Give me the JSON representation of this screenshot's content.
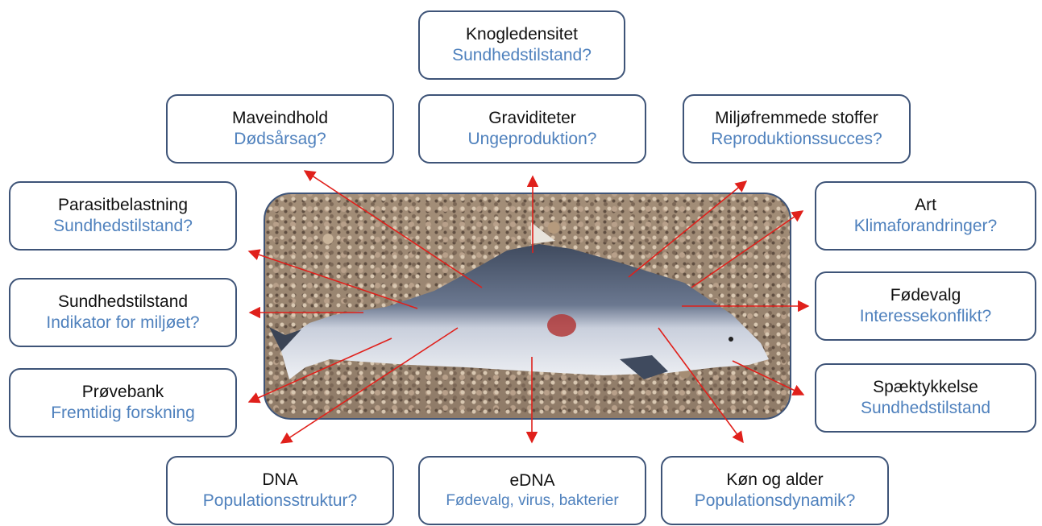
{
  "center_photo": {
    "subject": "stranded harbour porpoise on pebble beach"
  },
  "boxes": [
    {
      "title": "Knogledensitet",
      "subtitle": "Sundhedstilstand?"
    },
    {
      "title": "Maveindhold",
      "subtitle": "Dødsårsag?"
    },
    {
      "title": "Graviditeter",
      "subtitle": "Ungeproduktion?"
    },
    {
      "title": "Miljøfremmede stoffer",
      "subtitle": "Reproduktionssucces?"
    },
    {
      "title": "Parasitbelastning",
      "subtitle": "Sundhedstilstand?"
    },
    {
      "title": "Art",
      "subtitle": "Klimaforandringer?"
    },
    {
      "title": "Sundhedstilstand",
      "subtitle": "Indikator for miljøet?"
    },
    {
      "title": "Fødevalg",
      "subtitle": "Interessekonflikt?"
    },
    {
      "title": "Prøvebank",
      "subtitle": "Fremtidig forskning"
    },
    {
      "title": "Spæktykkelse",
      "subtitle": "Sundhedstilstand"
    },
    {
      "title": "DNA",
      "subtitle": "Populationsstruktur?"
    },
    {
      "title": "eDNA",
      "subtitle": "Fødevalg, virus, bakterier"
    },
    {
      "title": "Køn og alder",
      "subtitle": "Populationsdynamik?"
    }
  ],
  "colors": {
    "box_border": "#3e5478",
    "subtitle_text": "#4f81bd",
    "arrow": "#e0201b"
  }
}
